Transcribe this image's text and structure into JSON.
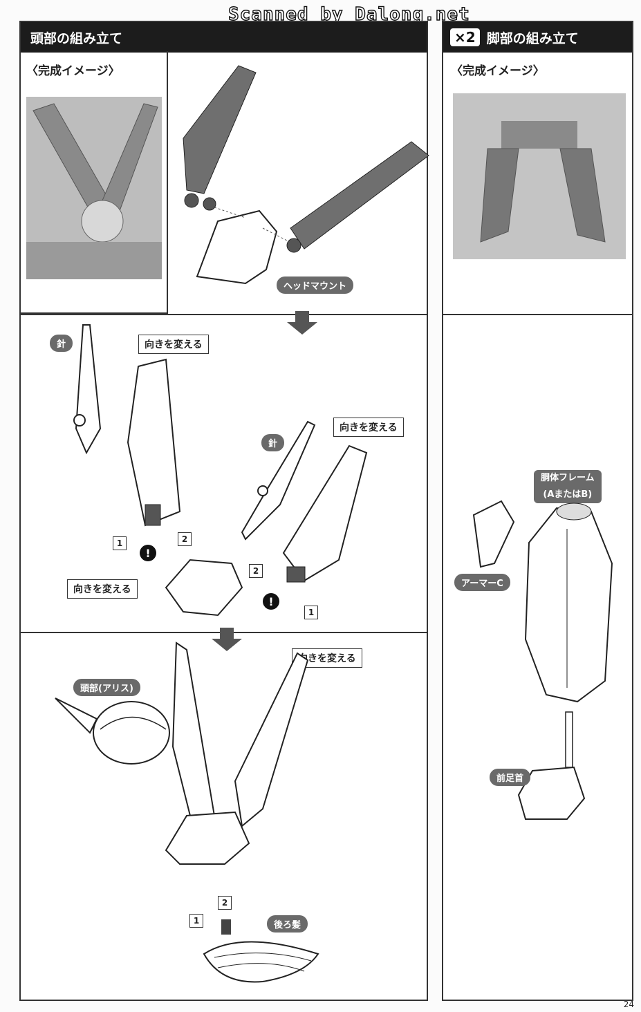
{
  "watermark": "Scanned by Dalong.net",
  "head_section": {
    "title": "頭部の組み立て",
    "finished_label": "〈完成イメージ〉",
    "head_mount_label": "ヘッドマウント",
    "needle_label_1": "針",
    "needle_label_2": "針",
    "change_direction_1": "向きを変える",
    "change_direction_2": "向きを変える",
    "change_direction_3": "向きを変える",
    "change_direction_4": "向きを変える",
    "head_alice_label": "頭部(アリス)",
    "back_hair_label": "後ろ髪",
    "step_1a": "1",
    "step_2a": "2",
    "step_2b": "2",
    "step_1b": "1",
    "step_2c": "2",
    "step_1c": "1",
    "warning_a": "!",
    "warning_b": "!"
  },
  "leg_section": {
    "multiplier": "×2",
    "title": "脚部の組み立て",
    "finished_label": "〈完成イメージ〉",
    "torso_frame_label_line1": "胴体フレーム",
    "torso_frame_label_line2": "(AまたはB)",
    "armor_c_label": "アーマーC",
    "front_ankle_label": "前足首"
  },
  "page_number": "24"
}
